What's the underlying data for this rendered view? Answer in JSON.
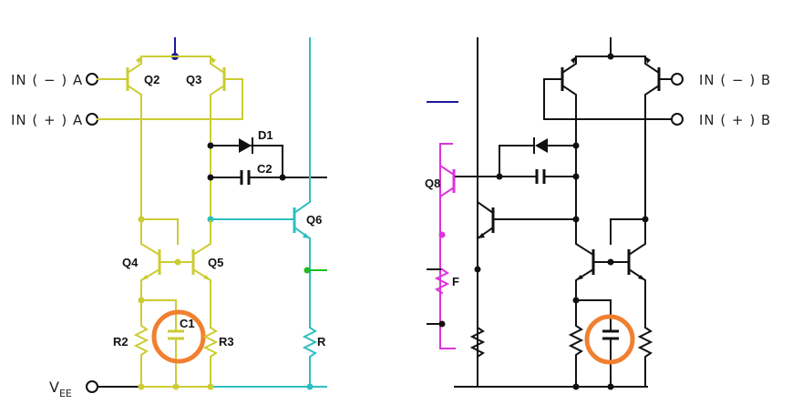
{
  "left_circuit": {
    "pins": {
      "in_minus": "IN ( − ) A",
      "in_plus": "IN ( + ) A",
      "vee_main": "V",
      "vee_sub": "EE"
    },
    "labels": {
      "q2": "Q2",
      "q3": "Q3",
      "d1": "D1",
      "c2": "C2",
      "q6": "Q6",
      "q4": "Q4",
      "q5": "Q5",
      "c1": "C1",
      "r2": "R2",
      "r3": "R3",
      "r": "R"
    }
  },
  "right_circuit": {
    "pins": {
      "in_minus": "IN ( − ) B",
      "in_plus": "IN ( + ) B"
    },
    "labels": {
      "q8": "Q8",
      "r_partial": "F"
    }
  },
  "colors": {
    "yellow": "#cccc33",
    "cyan": "#2ebfbf",
    "magenta": "#dd33dd",
    "black": "#111111",
    "navy": "#1a1a99",
    "green": "#22bb22",
    "highlight": "#f08030"
  }
}
